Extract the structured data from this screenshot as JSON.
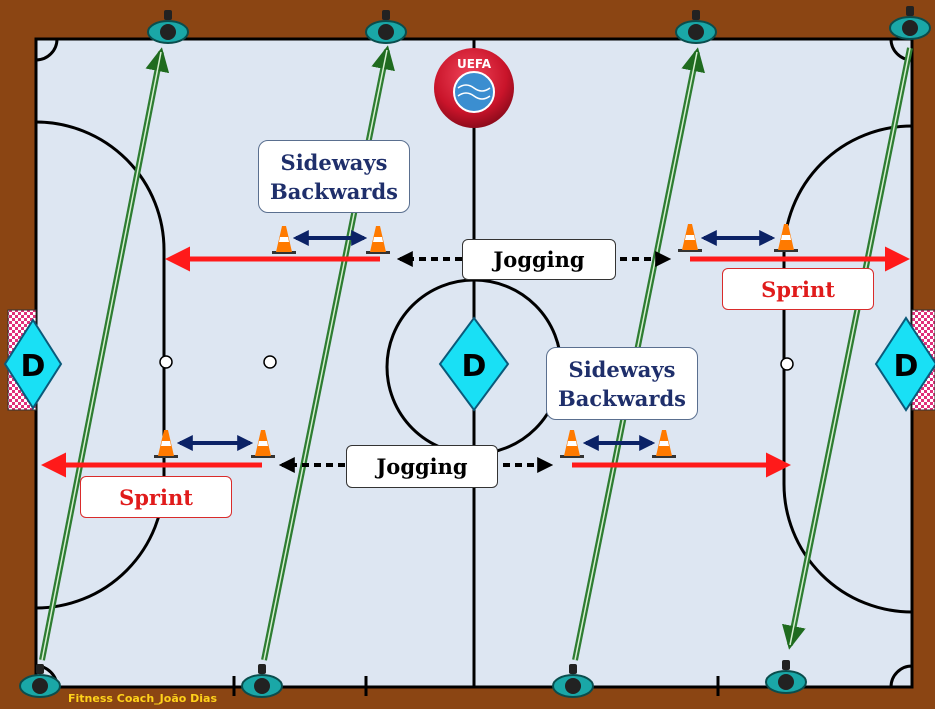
{
  "labels": {
    "sideways_backwards_left": "Sideways\nBackwards",
    "sideways_backwards_right": "Sideways\nBackwards",
    "jogging_top": "Jogging",
    "jogging_bottom": "Jogging",
    "sprint_right": "Sprint",
    "sprint_left": "Sprint"
  },
  "markers": {
    "d_left": "D",
    "d_center": "D",
    "d_right": "D"
  },
  "credit": "Fitness Coach_João Dias",
  "logo": {
    "name": "uefa-logo",
    "text": "UEFA"
  },
  "colors": {
    "frame": "#8b4513",
    "court": "#dde6f2",
    "sprint_arrow": "#ff1a1a",
    "jogging_arrow": "#000000",
    "sideways_arrow": "#0b2266",
    "diagonal_arrow": "#2e7d32",
    "diamond": "#19e0f5",
    "cone": "#ff7a00"
  }
}
